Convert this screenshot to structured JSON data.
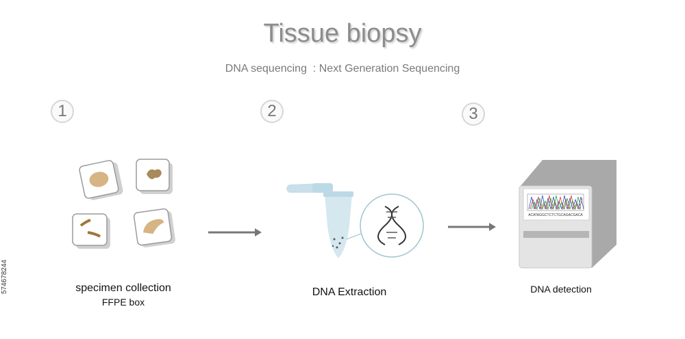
{
  "title": "Tissue biopsy",
  "subtitle": "DNA sequencing  : Next Generation Sequencing",
  "steps": [
    {
      "number": "1",
      "caption": "specimen collection",
      "sub_caption": "FFPE box"
    },
    {
      "number": "2",
      "caption": "DNA Extraction"
    },
    {
      "number": "3",
      "caption": "DNA detection"
    }
  ],
  "sequence_text": "ACATAGGCTCTCTGCAGACGACA",
  "side_id": "574678244",
  "colors": {
    "title": "#8c8c8c",
    "tissue": "#c9a46a",
    "tube": "#bcd9e6",
    "machine": "#b9b9b9",
    "arrow": "#777777"
  },
  "icons": [
    "tissue-sample-icon",
    "arrow-right-icon",
    "microtube-icon",
    "dna-helix-icon",
    "sequencer-machine-icon",
    "chromatogram-icon"
  ]
}
